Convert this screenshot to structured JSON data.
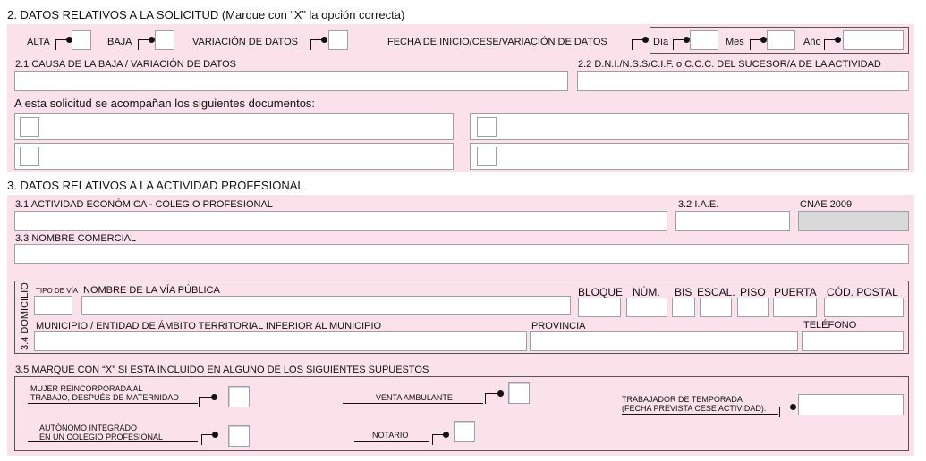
{
  "section2": {
    "title": "2. DATOS RELATIVOS A LA SOLICITUD",
    "title_note": " (Marque con “X” la opción correcta)",
    "alta": "ALTA",
    "baja": "BAJA",
    "variacion": "VARIACIÓN DE DATOS",
    "fecha": "FECHA DE INICIO/CESE/VARIACIÓN DE DATOS",
    "dia": "Día",
    "mes": "Mes",
    "anio": "Año",
    "causa_label": "2.1 CAUSA DE LA BAJA / VARIACIÓN DE DATOS",
    "dni_label": "2.2 D.N.I./N.S.S/C.I.F. o C.C.C. DEL SUCESOR/A DE LA ACTIVIDAD",
    "docs_label": "A esta solicitud se acompañan los siguientes documentos:"
  },
  "section3": {
    "title": "3. DATOS RELATIVOS A LA ACTIVIDAD PROFESIONAL",
    "actividad_label": "3.1 ACTIVIDAD ECONÓMICA - COLEGIO PROFESIONAL",
    "iae_label": "3.2 I.A.E.",
    "cnae_label": "CNAE 2009",
    "nombre_comercial_label": "3.3 NOMBRE COMERCIAL",
    "domicilio_label": "3.4 DOMICILIO",
    "tipo_via": "TIPO DE VÍA",
    "nombre_via": "NOMBRE DE LA VÍA PÚBLICA",
    "bloque": "BLOQUE",
    "num": "NÚM.",
    "bis": "BIS",
    "escal": "ESCAL.",
    "piso": "PISO",
    "puerta": "PUERTA",
    "cod_postal": "CÓD. POSTAL",
    "municipio": "MUNICIPIO / ENTIDAD DE ÁMBITO TERRITORIAL INFERIOR AL MUNICIPIO",
    "provincia": "PROVINCIA",
    "telefono": "TELÉFONO",
    "supuestos_label": "3.5 MARQUE CON “X” SI ESTA INCLUIDO EN ALGUNO DE LOS SIGUIENTES SUPUESTOS",
    "mujer_line1": "MUJER REINCORPORADA AL",
    "mujer_line2": "TRABAJO, DESPUÉS DE MATERNIDAD",
    "venta": "VENTA AMBULANTE",
    "trabajador_line1": "TRABAJADOR DE TEMPORADA",
    "trabajador_line2": "(FECHA PREVISTA CESE ACTIVIDAD):",
    "autonomo_line1": "AUTÓNOMO INTEGRADO",
    "autonomo_line2": "EN UN COLEGIO PROFESIONAL",
    "notario": "NOTARIO"
  }
}
